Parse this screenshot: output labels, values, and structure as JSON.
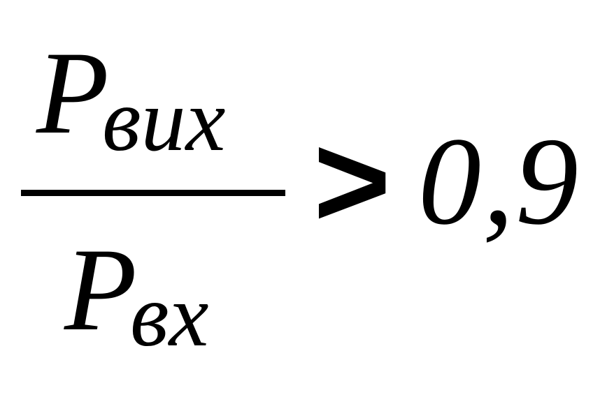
{
  "formula": {
    "numerator": {
      "symbol": "P",
      "subscript": "вих"
    },
    "denominator": {
      "symbol": "P",
      "subscript": "вх"
    },
    "operator": ">",
    "value": "0,9"
  }
}
